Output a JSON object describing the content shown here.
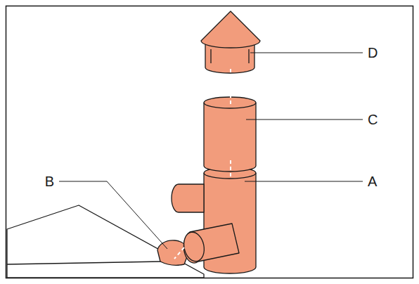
{
  "diagram": {
    "labels": [
      "D",
      "C",
      "B",
      "A"
    ]
  }
}
